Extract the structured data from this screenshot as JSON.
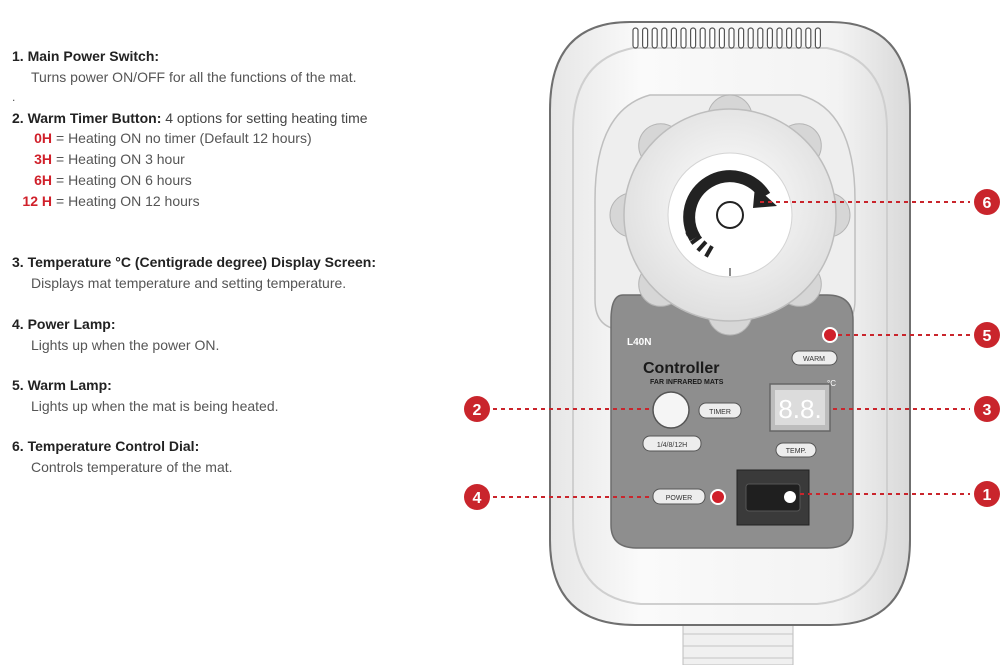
{
  "items": [
    {
      "number": "1.",
      "title": "Main Power Switch:",
      "title_extra": "",
      "desc": "Turns power ON/OFF for all the functions of the mat."
    },
    {
      "number": "2.",
      "title": "Warm Timer Button:",
      "title_extra": "4 options for setting heating time",
      "desc": ""
    },
    {
      "number": "3.",
      "title": "Temperature °C (Centigrade degree) Display Screen:",
      "title_extra": "",
      "desc": "Displays mat temperature and setting temperature."
    },
    {
      "number": "4.",
      "title": "Power Lamp:",
      "title_extra": "",
      "desc": "Lights up when the power ON."
    },
    {
      "number": "5.",
      "title": "Warm Lamp:",
      "title_extra": "",
      "desc": "Lights up when the mat is being heated."
    },
    {
      "number": "6.",
      "title": "Temperature Control Dial:",
      "title_extra": "",
      "desc": "Controls temperature of the mat."
    }
  ],
  "separator_dot": ".",
  "timer_options": [
    {
      "code": "0H",
      "text": "= Heating ON no timer (Default 12 hours)"
    },
    {
      "code": "3H",
      "text": "= Heating ON 3 hour"
    },
    {
      "code": "6H",
      "text": "= Heating ON 6 hours"
    },
    {
      "code": "12 H",
      "text": "= Heating ON 12 hours"
    }
  ],
  "device": {
    "model": "L40N",
    "brand": "Controller",
    "tagline": "FAR INFRARED MATS",
    "timer_button_label": "TIMER",
    "timer_options_label": "1/4/8/12H",
    "warm_label": "WARM",
    "temp_label": "TEMP.",
    "degree_label": "°C",
    "power_label": "POWER",
    "display_digits": "8.8."
  },
  "callouts": [
    {
      "num": "1"
    },
    {
      "num": "2"
    },
    {
      "num": "3"
    },
    {
      "num": "4"
    },
    {
      "num": "5"
    },
    {
      "num": "6"
    }
  ],
  "colors": {
    "accent_red": "#d0202a",
    "panel_gray": "#8e8e8e",
    "body_white": "#f7f7f7",
    "callout_red": "#c9252c"
  }
}
